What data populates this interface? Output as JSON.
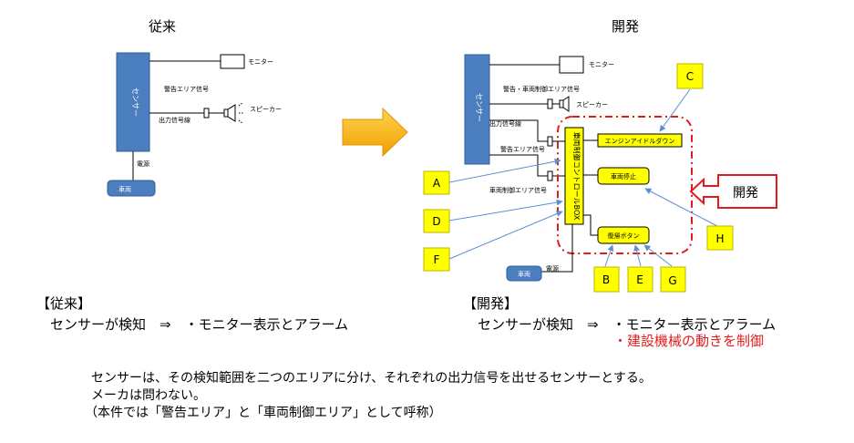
{
  "legacy": {
    "title": "従来",
    "sensor": "センサー",
    "monitor": "モニター",
    "speaker": "スピーカー",
    "warning_signal": "警告エリア信号",
    "output_line": "出力信号線",
    "power": "電源",
    "vehicle": "車両"
  },
  "dev": {
    "title": "開発",
    "sensor": "センサー",
    "monitor": "モニター",
    "speaker": "スピーカー",
    "warning_vehicle_signal": "警告・車両制御エリア信号",
    "output_line": "出力信号線",
    "warning_signal": "警告エリア信号",
    "vehicle_control_signal": "車両制御エリア信号",
    "box_label": "車両制御コントロールBOX",
    "engine_idle_down": "エンジンアイドルダウン",
    "vehicle_stop": "車両停止",
    "reset_button": "復帰ボタン",
    "power": "電源",
    "vehicle": "車両",
    "callout": "開発",
    "markers": [
      "A",
      "B",
      "C",
      "D",
      "E",
      "F",
      "G",
      "H"
    ]
  },
  "summary_left": {
    "heading": "【従来】",
    "line": "センサーが検知　⇒　・モニター表示とアラーム"
  },
  "summary_right": {
    "heading": "【開発】",
    "line": "センサーが検知　⇒　・モニター表示とアラーム",
    "line_red": "・建設機械の動きを制御"
  },
  "notes": [
    "センサーは、その検知範囲を二つのエリアに分け、それぞれの出力信号を出せるセンサーとする。",
    "メーカは問わない。",
    "（本件では「警告エリア」と「車両制御エリア」として呼称）"
  ],
  "colors": {
    "sensor_blue": "#4a7ebf",
    "marker_yellow": "#ffff00",
    "dev_red": "#e31b1b",
    "arrow_orange": "#f5a300",
    "connector_blue": "#5b8fd1"
  }
}
